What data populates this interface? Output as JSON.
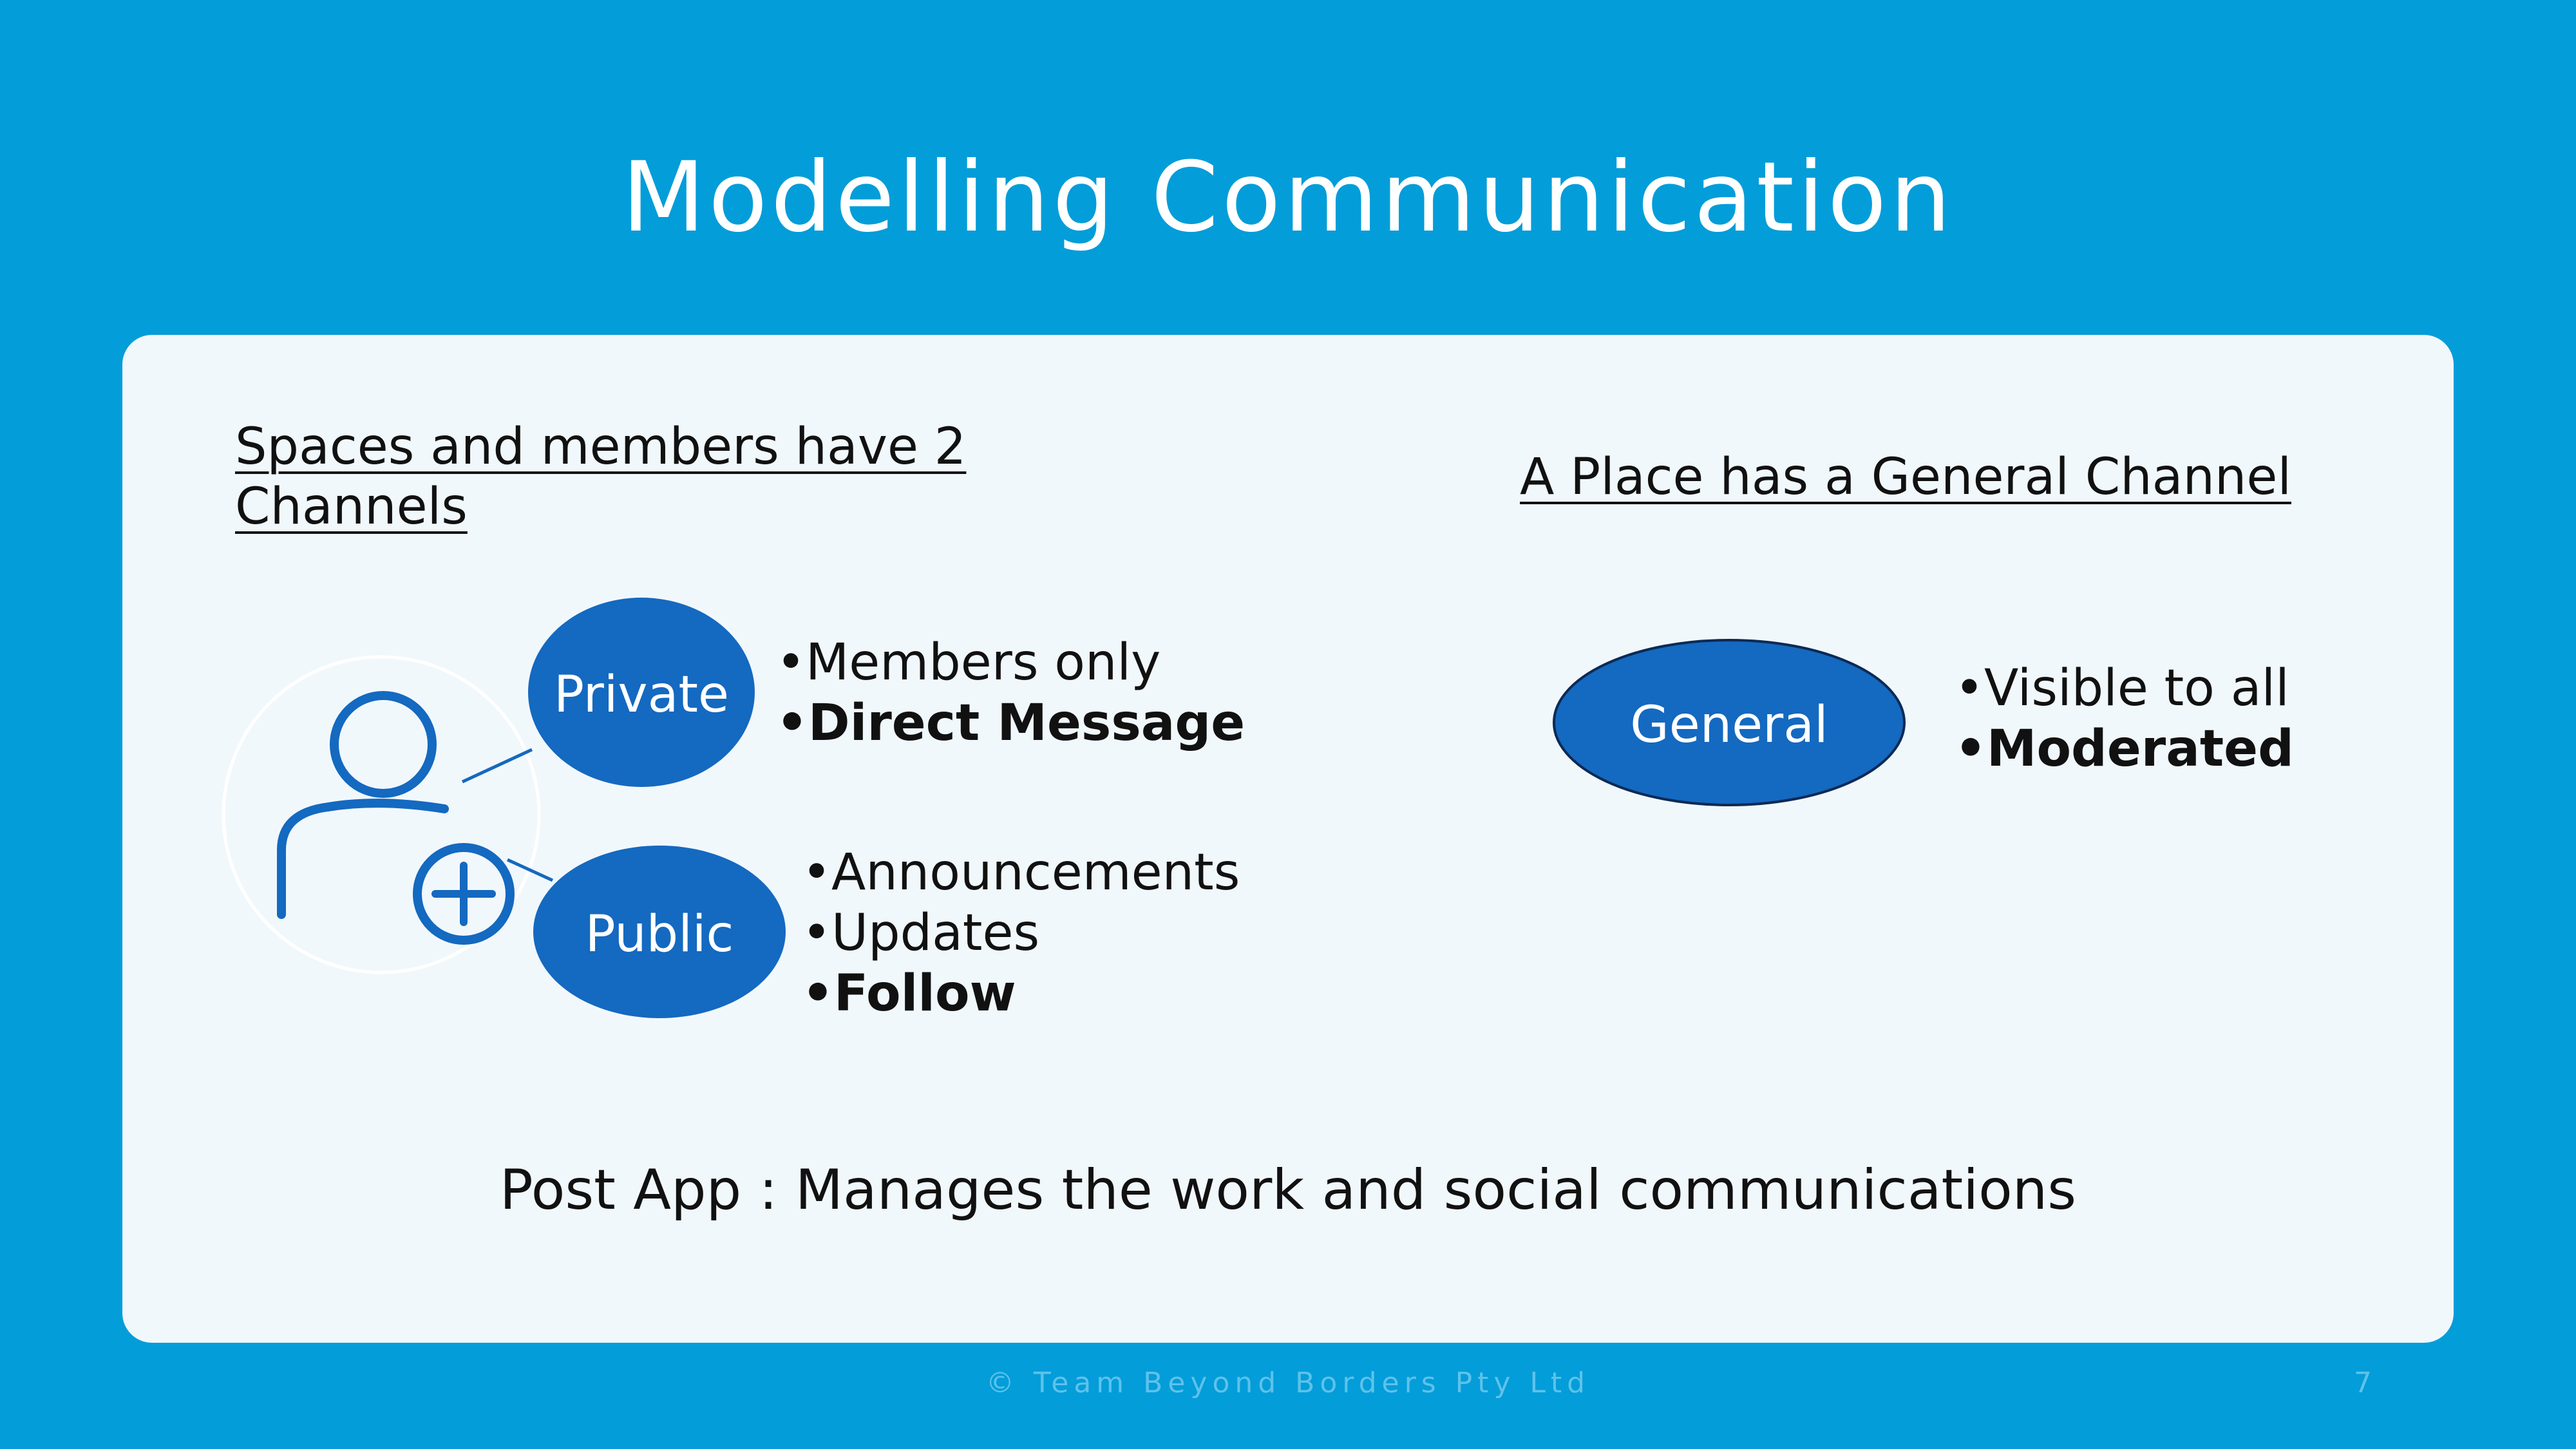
{
  "slide": {
    "title": "Modelling Communication",
    "left_heading": "Spaces and members have 2 Channels",
    "right_heading": "A Place has a General Channel",
    "channels": {
      "private": {
        "label": "Private",
        "bullets": [
          "•Members only",
          "•Direct Message"
        ]
      },
      "public": {
        "label": "Public",
        "bullets": [
          "•Announcements",
          "•Updates",
          "•Follow"
        ]
      },
      "general": {
        "label": "General",
        "bullets": [
          "•Visible to all",
          "•Moderated"
        ]
      }
    },
    "caption": "Post App : Manages the work and social communications",
    "copyright": "© Team Beyond Borders Pty Ltd",
    "page_number": "7"
  },
  "icons": [
    "add-user-icon"
  ],
  "colors": {
    "background": "#039dd9",
    "panel": "#f1f8fc",
    "ellipse": "#1469c0",
    "text": "#111111"
  }
}
